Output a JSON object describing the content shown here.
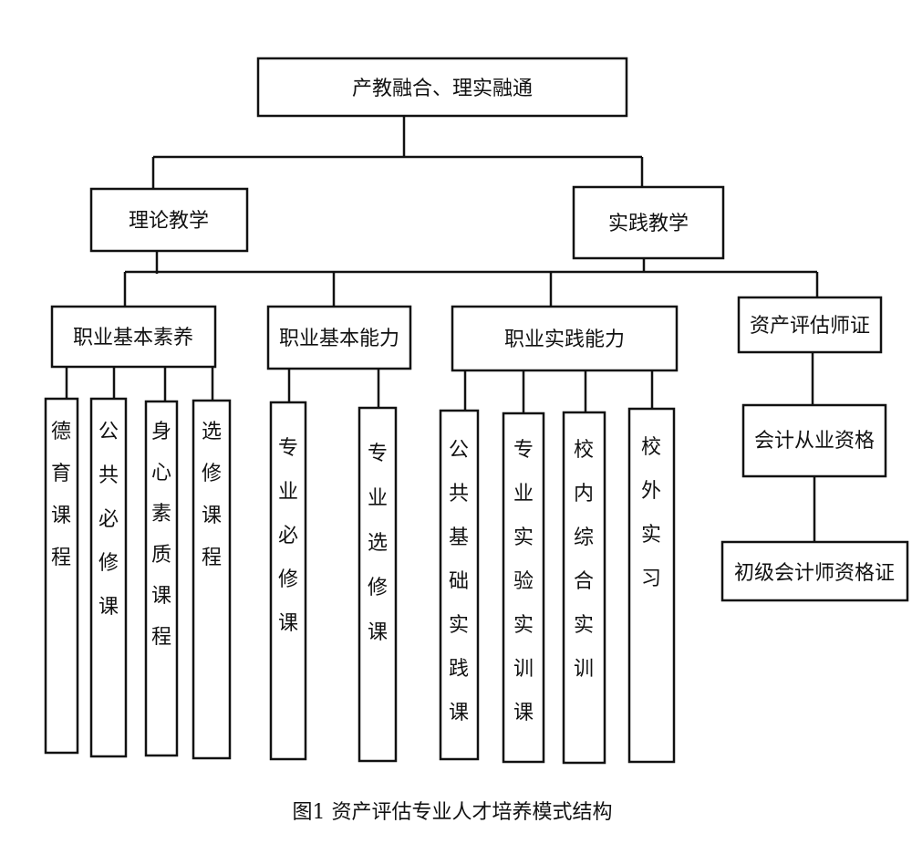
{
  "diagram": {
    "root": "产教融合、理实融通",
    "branches": [
      "理论教学",
      "实践教学"
    ],
    "categories": [
      "职业基本素养",
      "职业基本能力",
      "职业实践能力",
      "资产评估师证"
    ],
    "suyang_items": [
      "德育课程",
      "公共必修课",
      "身心素质课程",
      "选修课程"
    ],
    "nengli_items": [
      "专业必修课",
      "专业选修课"
    ],
    "shijian_items": [
      "公共基础实践课",
      "专业实验实训课",
      "校内综合实训",
      "校外实习"
    ],
    "cert_chain": [
      "会计从业资格",
      "初级会计师资格证"
    ]
  },
  "caption": "图1 资产评估专业人才培养模式结构"
}
